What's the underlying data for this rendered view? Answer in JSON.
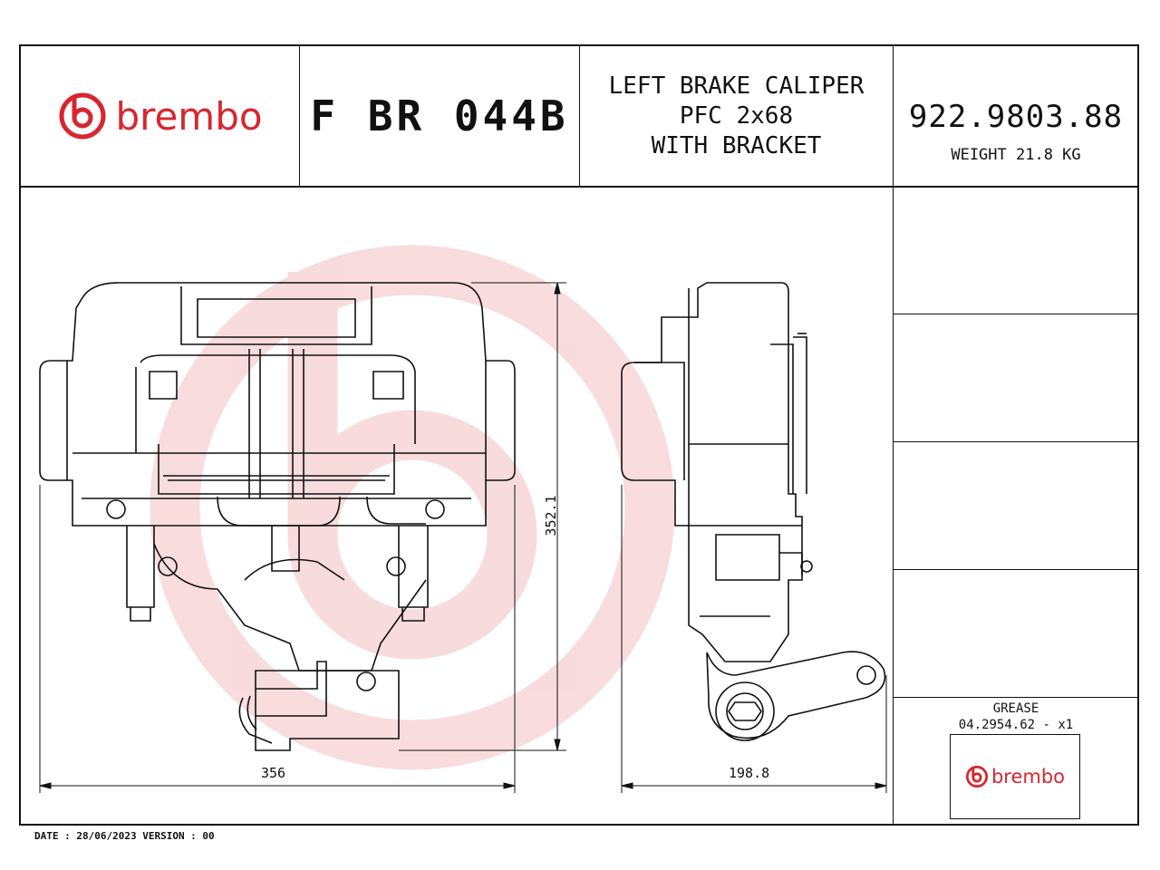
{
  "brand": {
    "name": "brembo",
    "color": "#d8262f"
  },
  "header": {
    "code": "F BR 044B",
    "description": "LEFT BRAKE CALIPER\nPFC 2x68\nWITH BRACKET",
    "part_number": "922.9803.88",
    "weight": "WEIGHT 21.8 KG"
  },
  "dimensions": {
    "width_front": "356",
    "height_front": "352.1",
    "width_side": "198.8"
  },
  "grease": {
    "label": "GREASE",
    "code": "04.2954.62 - x1",
    "logo": "brembo"
  },
  "footer": {
    "text": "DATE : 28/06/2023 VERSION : 00"
  }
}
